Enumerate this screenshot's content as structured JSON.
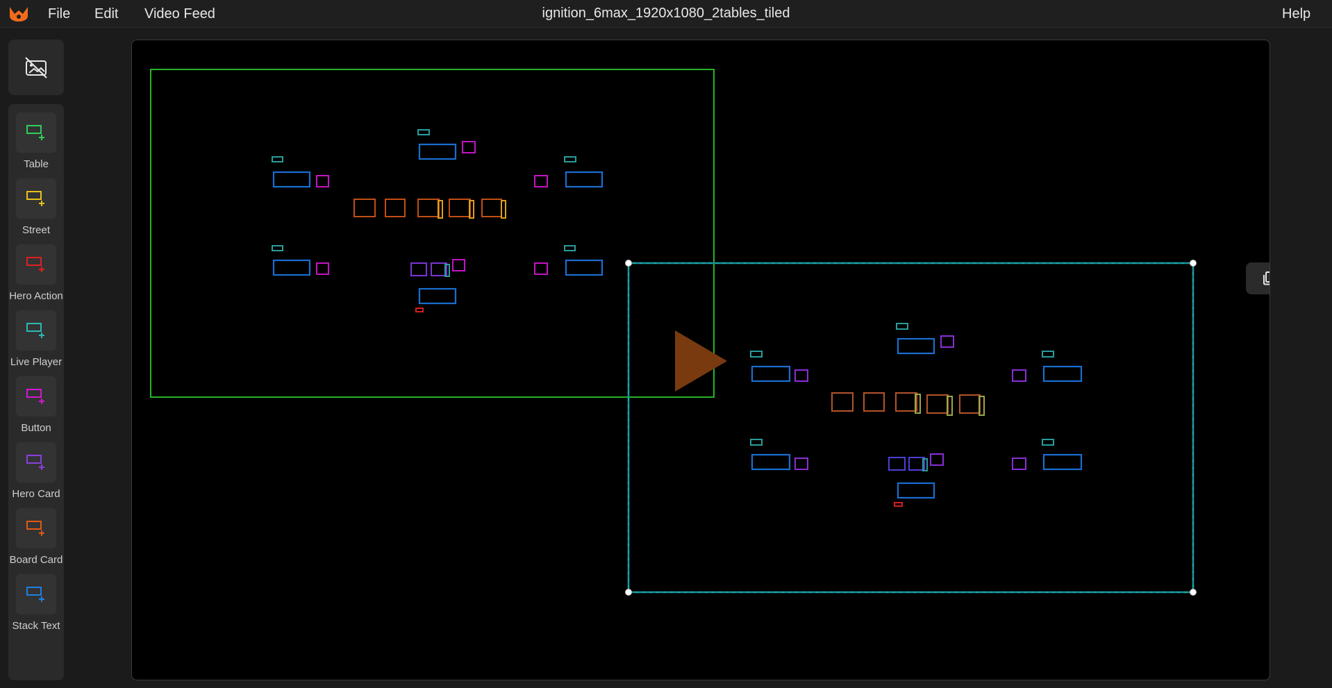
{
  "menubar": {
    "file_label": "File",
    "edit_label": "Edit",
    "video_feed_label": "Video Feed",
    "help_label": "Help",
    "title": "ignition_6max_1920x1080_2tables_tiled"
  },
  "toolbar": {
    "items": [
      {
        "label": "Table",
        "color": "#2fd05a"
      },
      {
        "label": "Street",
        "color": "#e8c21a"
      },
      {
        "label": "Hero Action",
        "color": "#e0201e"
      },
      {
        "label": "Live Player",
        "color": "#2cb8b8"
      },
      {
        "label": "Button",
        "color": "#d318d3"
      },
      {
        "label": "Hero Card",
        "color": "#8a3fe0"
      },
      {
        "label": "Board Card",
        "color": "#e05a14"
      },
      {
        "label": "Stack Text",
        "color": "#1e80e0"
      }
    ]
  },
  "colors": {
    "accent": "#f26b1d",
    "table_region": "#27b327",
    "selected_region": "#14b0a8",
    "player_name": "#2a9c9c",
    "stack": "#1a6ed1",
    "button": "#c414c4",
    "hero_card": "#7a35d6",
    "board_card": "#c24e15",
    "street": "#e0a01a",
    "hero_action": "#d21f1f",
    "play_overlay": "#7a3a10"
  }
}
